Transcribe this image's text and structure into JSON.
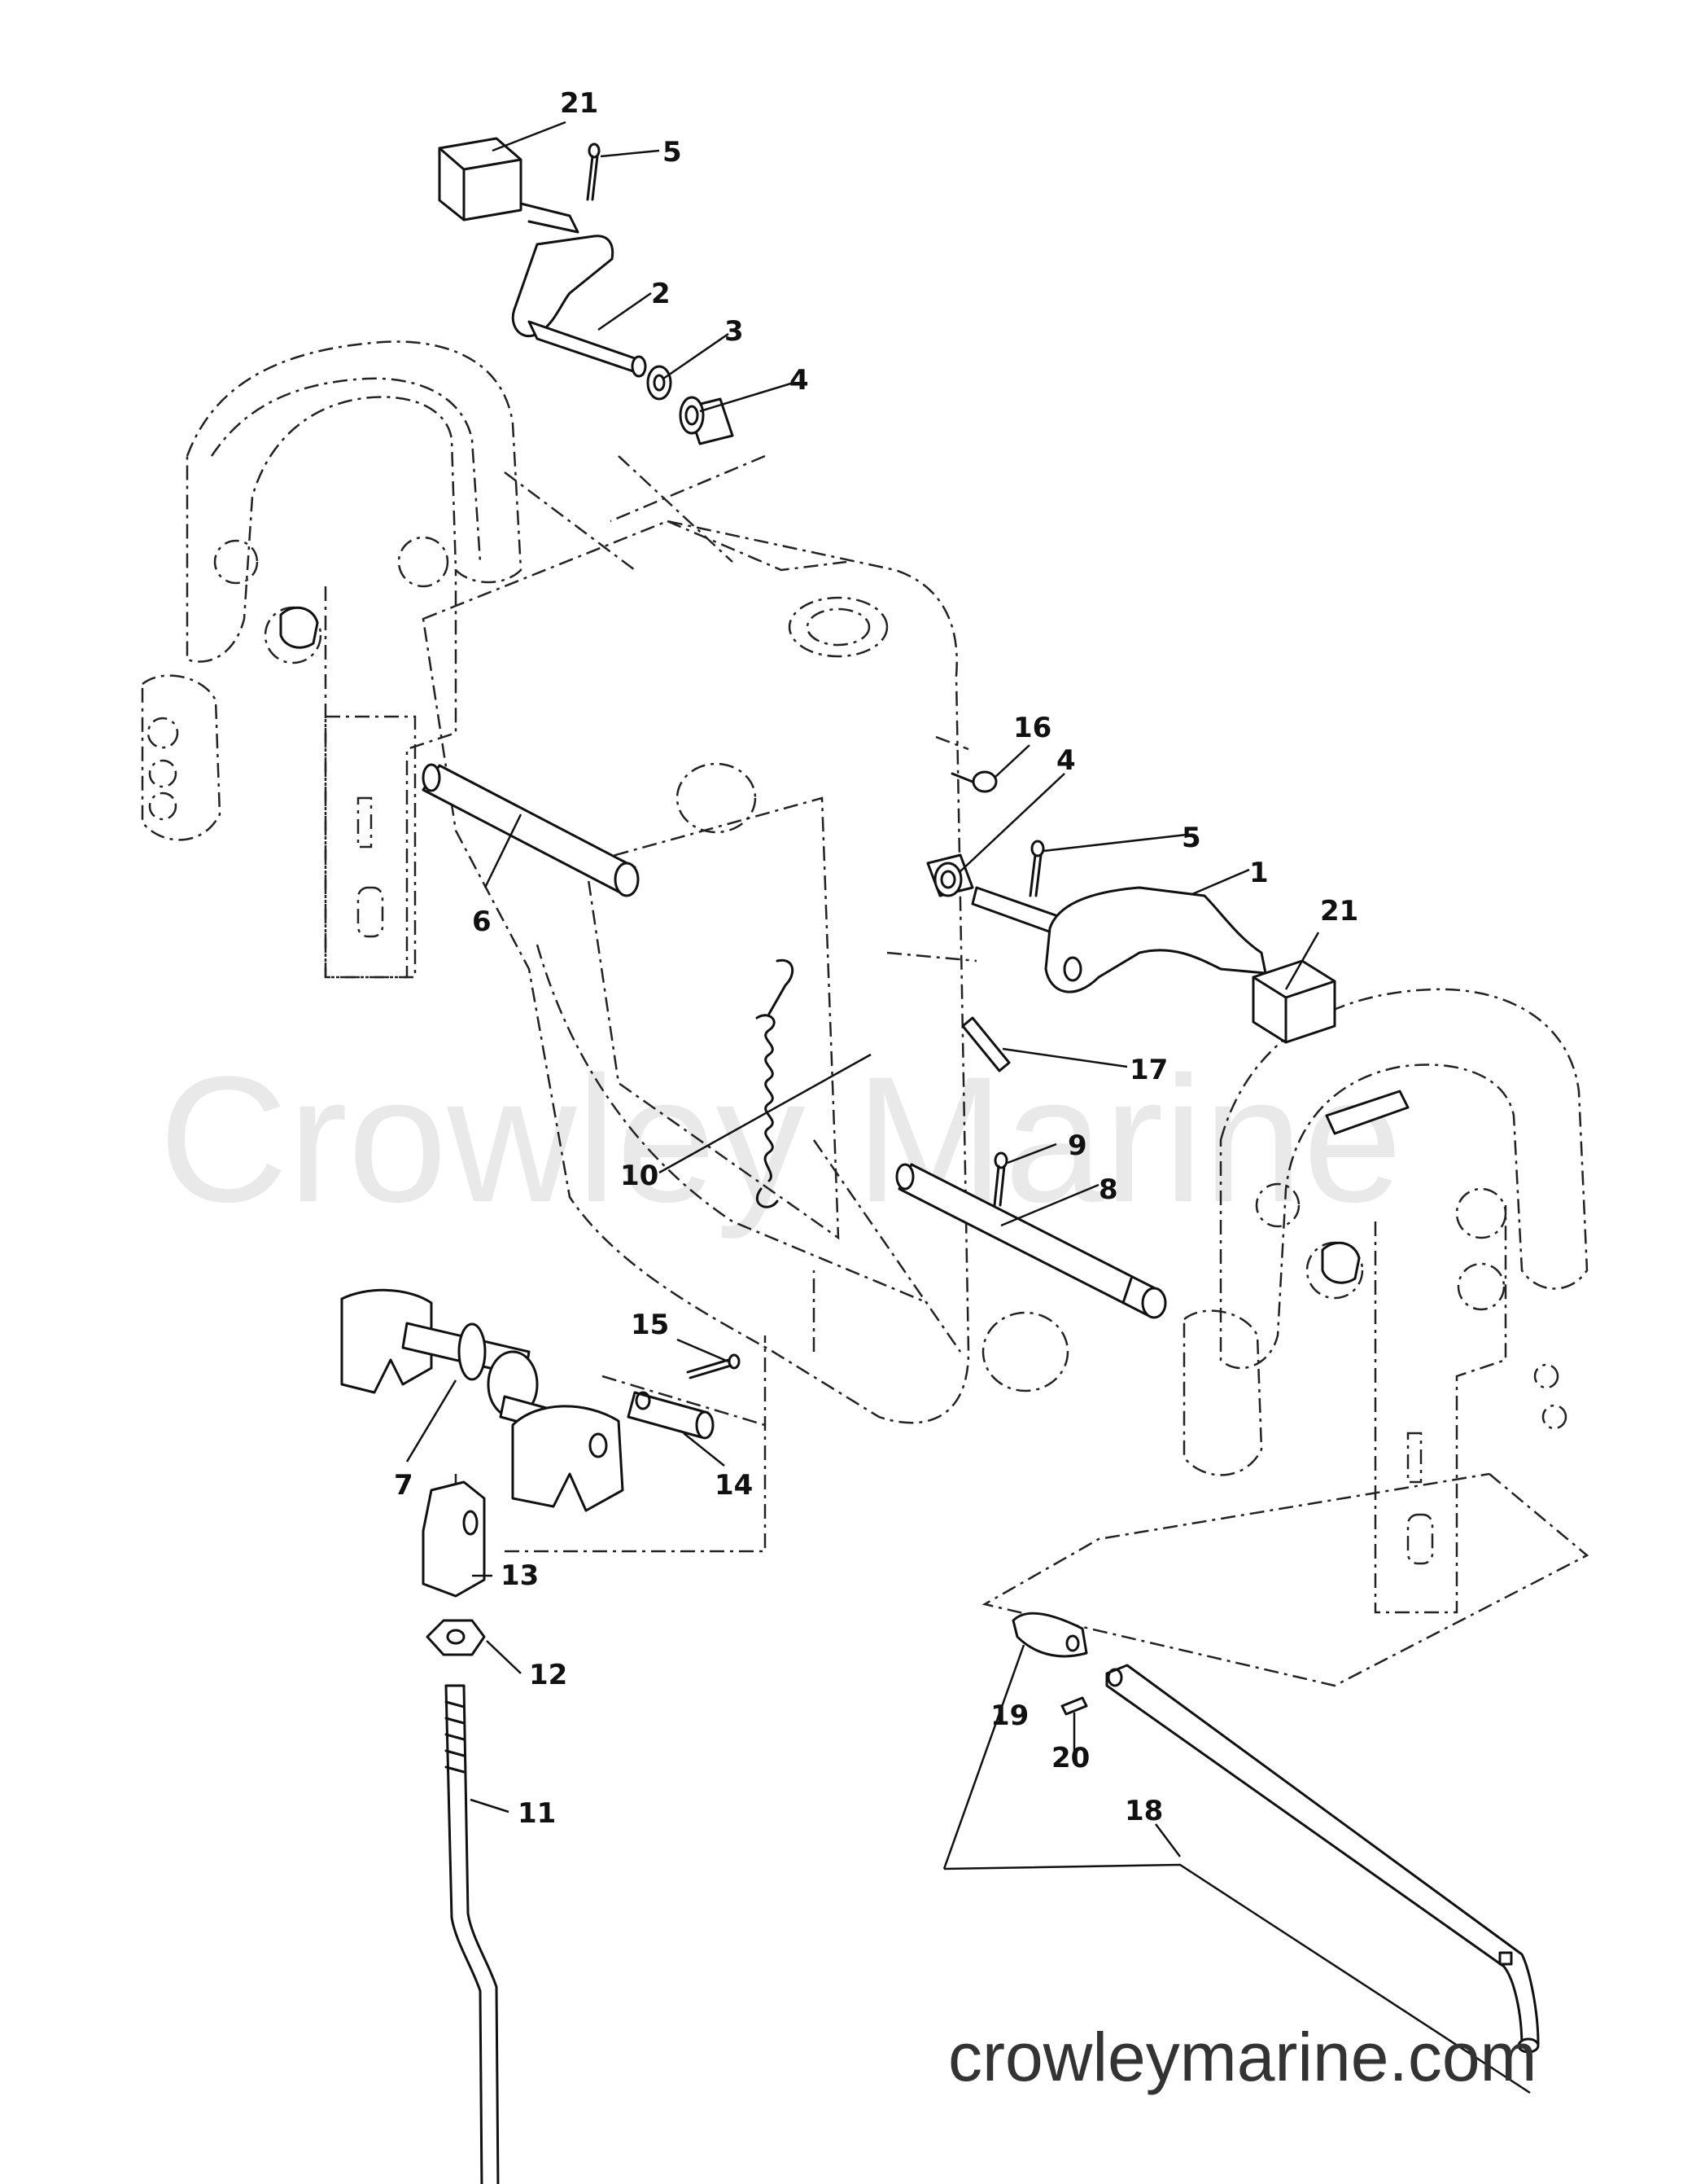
{
  "watermark": "Crowley Marine",
  "site_url": "crowleymarine.com",
  "callouts": [
    "21",
    "5",
    "2",
    "3",
    "4",
    "16",
    "4",
    "5",
    "1",
    "21",
    "6",
    "17",
    "10",
    "9",
    "8",
    "15",
    "7",
    "14",
    "13",
    "12",
    "11",
    "19",
    "20",
    "18"
  ]
}
